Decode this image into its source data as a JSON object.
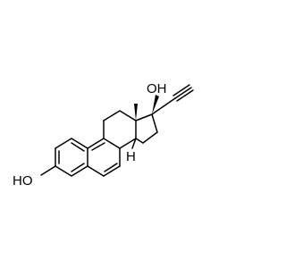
{
  "molecule": {
    "labels": {
      "oh_top": "OH",
      "oh_left": "HO",
      "h_stereo": "H"
    }
  },
  "colors": {
    "background": "#ffffff",
    "bond": "#000000",
    "text": "#000000"
  }
}
